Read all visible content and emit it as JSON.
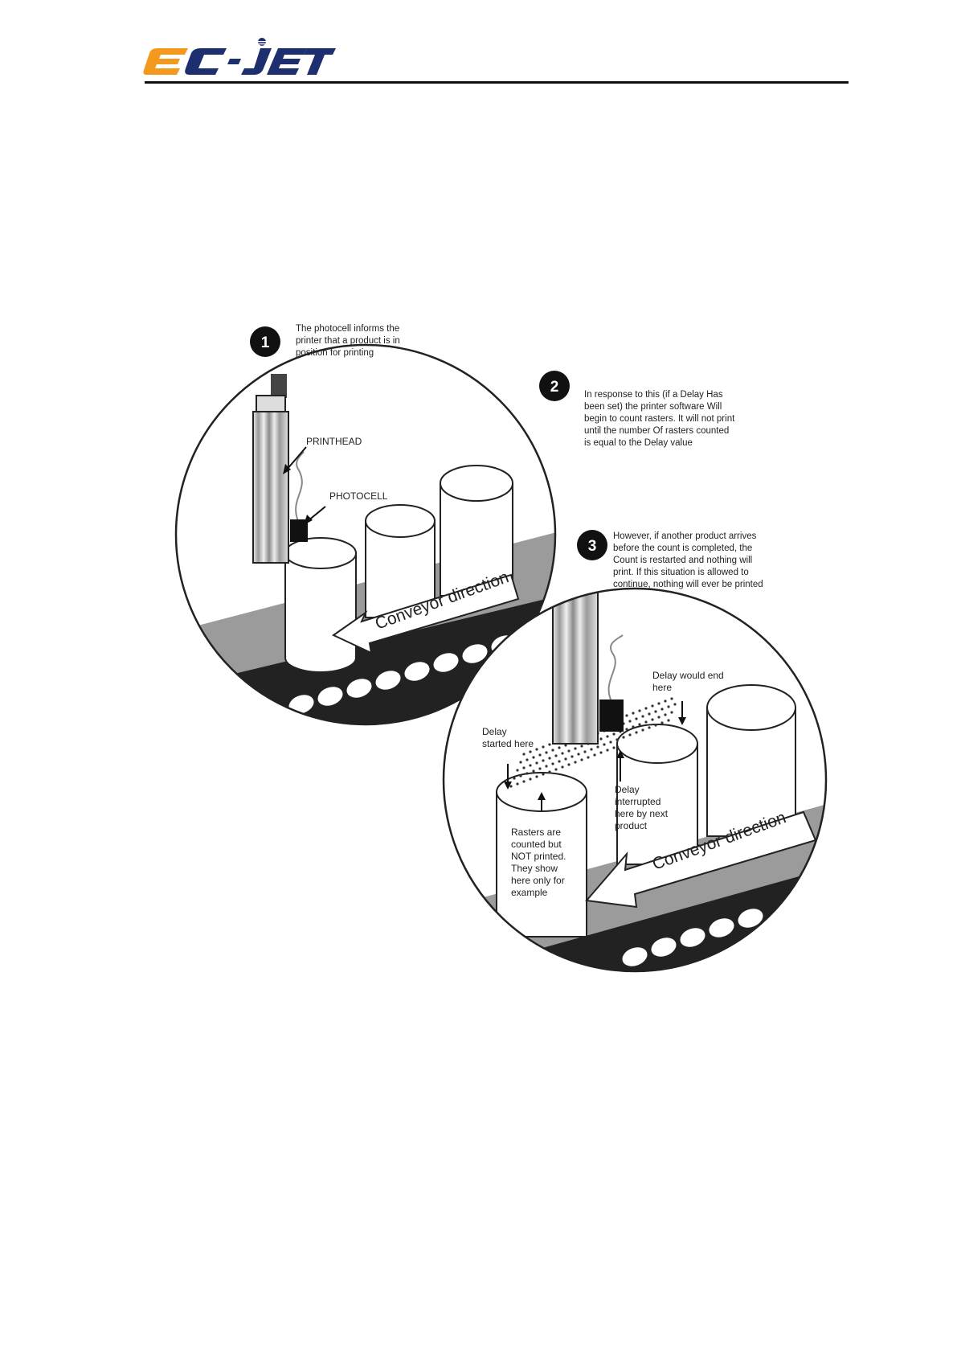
{
  "header": {
    "logo_text": "EC-JET"
  },
  "colors": {
    "logo_orange": "#f39a1e",
    "logo_navy": "#1d2f6f",
    "belt_gray": "#9b9b9b",
    "ink": "#222222"
  },
  "steps": [
    {
      "number": "1",
      "lines": [
        "The photocell informs the",
        "printer that a product is in",
        "position for printing"
      ]
    },
    {
      "number": "2",
      "lines": [
        "In response to this (if a Delay Has",
        "been set) the printer software Will",
        "begin to count rasters. It will not print",
        "until the number Of rasters counted",
        "is equal to the Delay value"
      ]
    },
    {
      "number": "3",
      "lines": [
        "However, if another product arrives",
        "before the count is completed, the",
        "Count is restarted and nothing will",
        "print. If this situation is allowed to",
        "continue, nothing will ever be printed"
      ]
    }
  ],
  "labels": {
    "printhead": "PRINTHEAD",
    "photocell": "PHOTOCELL",
    "conveyor_1": "Conveyor direction",
    "conveyor_2": "Conveyor direction",
    "delay_would_end": [
      "Delay would end",
      "here"
    ],
    "delay_started": [
      "Delay",
      "started here"
    ],
    "delay_interrupted": [
      "Delay",
      "interrupted",
      "here by next",
      "product"
    ],
    "rasters_note": [
      "Rasters are",
      "counted but",
      "NOT printed.",
      "They show",
      "here only for",
      "example"
    ]
  }
}
